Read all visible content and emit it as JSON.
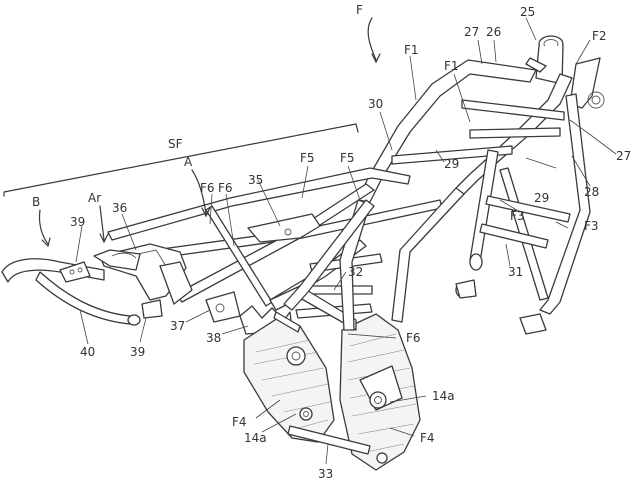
{
  "labels": {
    "F": "F",
    "SF": "SF",
    "A": "A",
    "B": "B",
    "Ar": "Ar",
    "F1a": "F1",
    "F1b": "F1",
    "F2": "F2",
    "F3a": "F3",
    "F3b": "F3",
    "F4a": "F4",
    "F4b": "F4",
    "F5a": "F5",
    "F5b": "F5",
    "F6a": "F6",
    "F6b": "F6",
    "F6c": "F6",
    "n14a1": "14a",
    "n14a2": "14a",
    "n25": "25",
    "n26": "26",
    "n27a": "27",
    "n27b": "27",
    "n28": "28",
    "n29a": "29",
    "n29b": "29",
    "n30": "30",
    "n31": "31",
    "n32": "32",
    "n33": "33",
    "n35": "35",
    "n36": "36",
    "n37": "37",
    "n38": "38",
    "n39a": "39",
    "n39b": "39",
    "n40": "40"
  }
}
